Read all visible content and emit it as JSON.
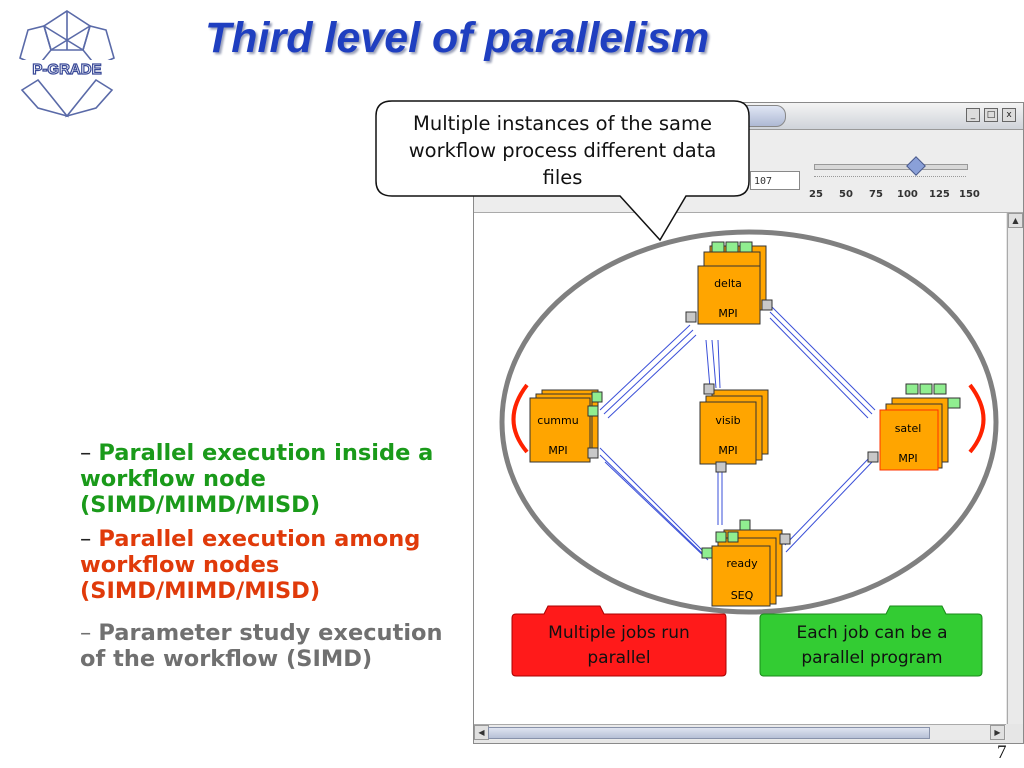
{
  "slide": {
    "title": "Third level of parallelism",
    "page_number": "7"
  },
  "logo": {
    "text": "P-GRADE"
  },
  "bullets": [
    {
      "dash": "– ",
      "text": "Parallel execution inside a workflow node (SIMD/MIMD/MISD)",
      "color": "#1a9a1a"
    },
    {
      "dash": "– ",
      "text": "Parallel execution among workflow nodes (SIMD/MIMD/MISD)",
      "color": "#e03a0a"
    },
    {
      "dash": "– ",
      "text": "Parameter study execution of the workflow (SIMD)",
      "color": "#707070"
    }
  ],
  "callout": {
    "text": "Multiple instances of the same workflow process different data files"
  },
  "window": {
    "zoom_value": "107",
    "zoom_ticks": [
      "25",
      "50",
      "75",
      "100",
      "125",
      "150"
    ],
    "buttons": {
      "minimize": "_",
      "maximize": "□",
      "close": "x"
    }
  },
  "workflow": {
    "nodes": [
      {
        "name": "delta",
        "type": "MPI"
      },
      {
        "name": "cummu",
        "type": "MPI"
      },
      {
        "name": "visib",
        "type": "MPI"
      },
      {
        "name": "satel",
        "type": "MPI"
      },
      {
        "name": "ready",
        "type": "SEQ"
      }
    ]
  },
  "labels": {
    "red": "Multiple jobs run parallel",
    "green": "Each job can be a parallel program"
  },
  "colors": {
    "title": "#1f3fc0",
    "node_fill": "#ffa500",
    "port_green": "#90ee90",
    "edge": "#3a4fd8",
    "red_box": "#ff1a1a",
    "green_box": "#33cc33",
    "ellipse": "#808080"
  }
}
